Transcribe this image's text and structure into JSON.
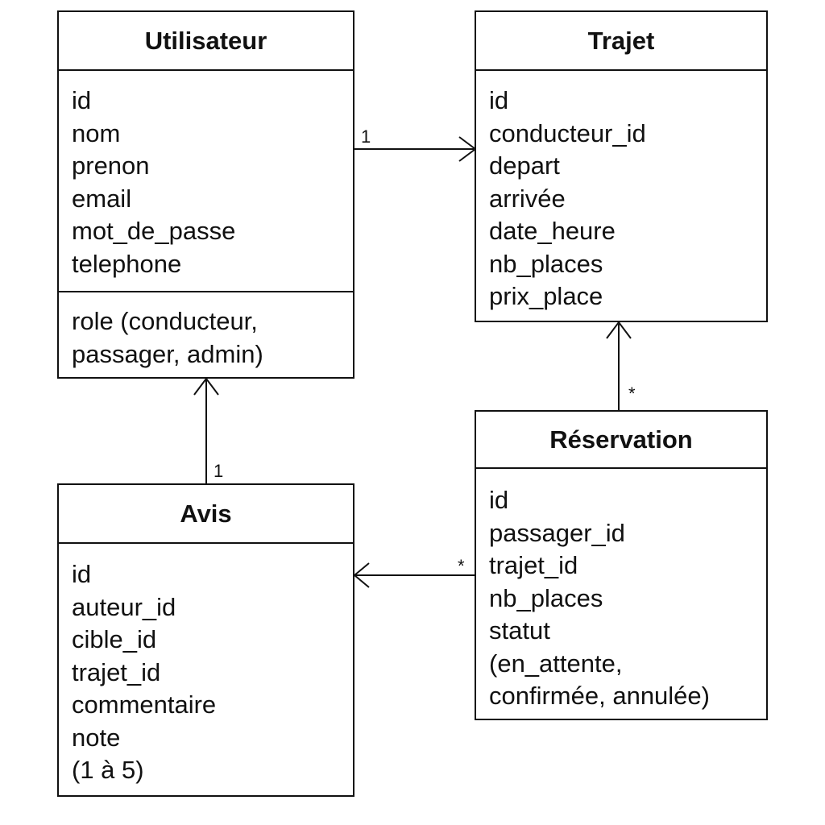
{
  "classes": {
    "utilisateur": {
      "name": "Utilisateur",
      "attributes": [
        "id",
        "nom",
        "prenon",
        "email",
        "mot_de_passe",
        "telephone"
      ],
      "extra": [
        "role (conducteur,",
        "passager, admin)"
      ]
    },
    "trajet": {
      "name": "Trajet",
      "attributes": [
        "id",
        "conducteur_id",
        "depart",
        "arrivée",
        "date_heure",
        "nb_places",
        "prix_place"
      ]
    },
    "reservation": {
      "name": "Réservation",
      "attributes": [
        "id",
        "passager_id",
        "trajet_id",
        "nb_places",
        "statut",
        "(en_attente,",
        "confirmée, annulée)"
      ]
    },
    "avis": {
      "name": "Avis",
      "attributes": [
        "id",
        "auteur_id",
        "cible_id",
        "trajet_id",
        "commentaire",
        "note",
        "(1 à 5)"
      ]
    }
  },
  "associations": [
    {
      "from": "Utilisateur",
      "to": "Trajet",
      "multiplicity": "1"
    },
    {
      "from": "Réservation",
      "to": "Trajet",
      "multiplicity": "*"
    },
    {
      "from": "Avis",
      "to": "Utilisateur",
      "multiplicity": "1"
    },
    {
      "from": "Réservation",
      "to": "Avis",
      "multiplicity": "*"
    }
  ]
}
